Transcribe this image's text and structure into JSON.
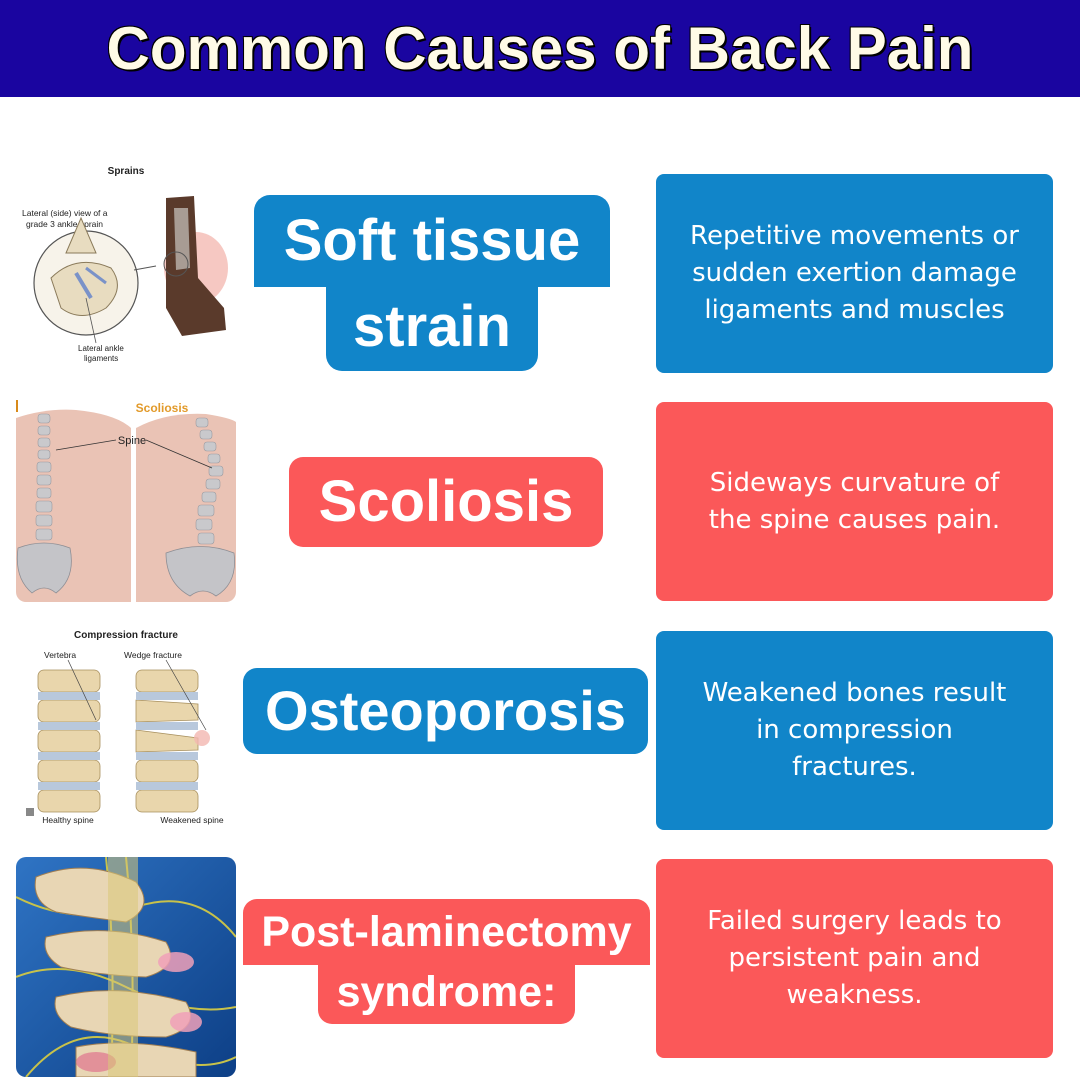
{
  "title": "Common Causes of Back Pain",
  "colors": {
    "header_bg": "#1a05a0",
    "blue": "#1185c9",
    "red": "#fb5859"
  },
  "rows": [
    {
      "label_lines": [
        "Soft tissue",
        "strain"
      ],
      "desc_lines": [
        "Repetitive movements or",
        "sudden exertion damage",
        "ligaments and muscles"
      ],
      "illustration": {
        "title": "Sprains",
        "caption_lines": [
          "Lateral (side) view of a",
          "grade 3 ankle sprain"
        ],
        "callout_lines": [
          "Lateral ankle",
          "ligaments"
        ]
      }
    },
    {
      "label_lines": [
        "Scoliosis"
      ],
      "desc_lines": [
        "Sideways curvature of",
        "the spine causes pain."
      ],
      "illustration": {
        "title": "Scoliosis",
        "callout": "Spine"
      }
    },
    {
      "label_lines": [
        "Osteoporosis"
      ],
      "desc_lines": [
        "Weakened bones result",
        "in compression",
        "fractures."
      ],
      "illustration": {
        "title": "Compression fracture",
        "label_left": "Vertebra",
        "label_right": "Wedge fracture",
        "caption_left": "Healthy spine",
        "caption_right": "Weakened spine"
      }
    },
    {
      "label_lines": [
        "Post-laminectomy",
        "syndrome:"
      ],
      "desc_lines": [
        "Failed surgery leads to",
        "persistent pain and weakness."
      ]
    }
  ]
}
